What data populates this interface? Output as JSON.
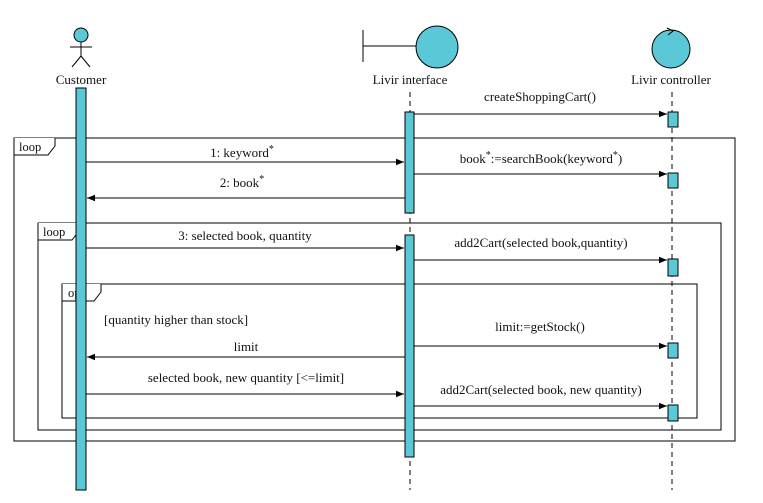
{
  "colors": {
    "accent": "#5bc8d8",
    "line": "#000000",
    "background": "#ffffff"
  },
  "lifelines": {
    "customer": "Customer",
    "interface": "Livir interface",
    "controller": "Livir controller"
  },
  "frames": {
    "outer_loop": "loop",
    "inner_loop": "loop",
    "opt": "opt"
  },
  "guard": "[quantity higher than stock]",
  "messages": {
    "m_create": "createShoppingCart()",
    "m_keyword": "1: keyword",
    "m_keyword_sup": "*",
    "m_search_pre": "book",
    "m_search_sup1": "*",
    "m_search_mid": ":=searchBook(keyword",
    "m_search_sup2": "*",
    "m_search_end": ")",
    "m_book": "2: book",
    "m_book_sup": "*",
    "m_selected": "3: selected book, quantity",
    "m_add2cart": "add2Cart(selected book,quantity)",
    "m_limit_get": "limit:=getStock()",
    "m_limit": "limit",
    "m_selected_new": "selected book, new quantity [<=limit]",
    "m_add2cart_new": "add2Cart(selected book, new quantity)"
  }
}
